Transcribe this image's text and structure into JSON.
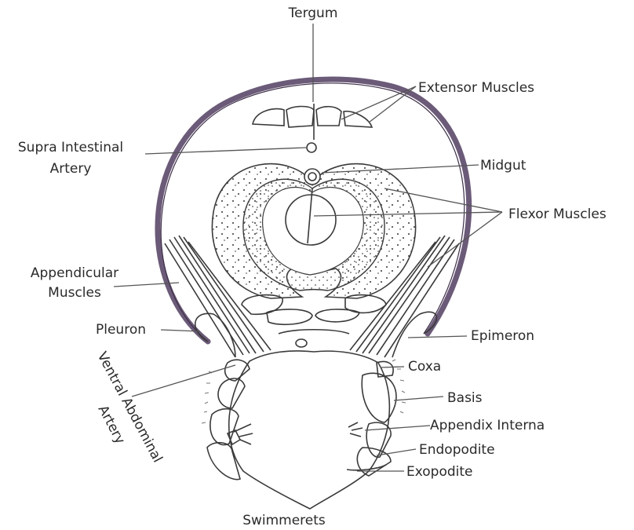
{
  "labels": {
    "tergum": "Tergum",
    "extensor": "Extensor Muscles",
    "supra_line1": "Supra Intestinal",
    "supra_line2": "Artery",
    "midgut": "Midgut",
    "flexor": "Flexor Muscles",
    "appendicular_line1": "Appendicular",
    "appendicular_line2": "Muscles",
    "pleuron": "Pleuron",
    "epimeron": "Epimeron",
    "ventral": "Ventral Abdominal",
    "ventral_line2": "Artery",
    "coxa": "Coxa",
    "basis": "Basis",
    "appendix": "Appendix Interna",
    "endopodite": "Endopodite",
    "exopodite": "Exopodite",
    "swimmerets": "Swimmerets"
  },
  "colors": {
    "tergum_outline": "#6b5a78",
    "ink": "#3a3a3a",
    "leader": "#555555"
  }
}
